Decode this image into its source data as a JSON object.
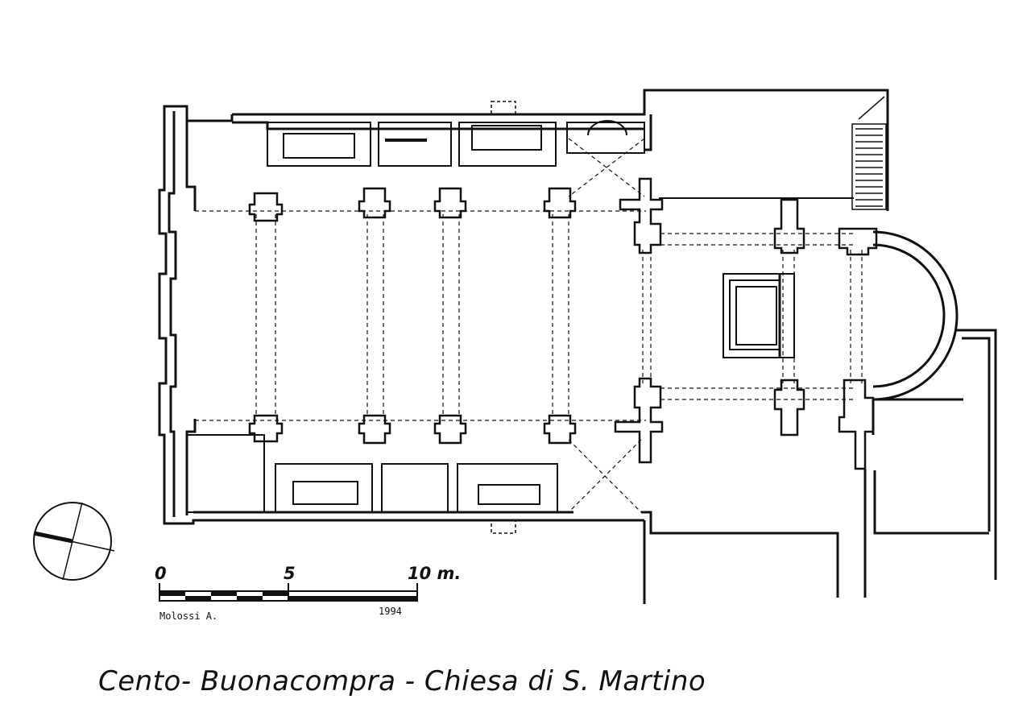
{
  "title": "Cento- Buonacompra - Chiesa di S. Martino",
  "scale_bar": {
    "labels": [
      "0",
      "5",
      "10 m."
    ],
    "author": "Molossi A.",
    "year": "1994"
  }
}
